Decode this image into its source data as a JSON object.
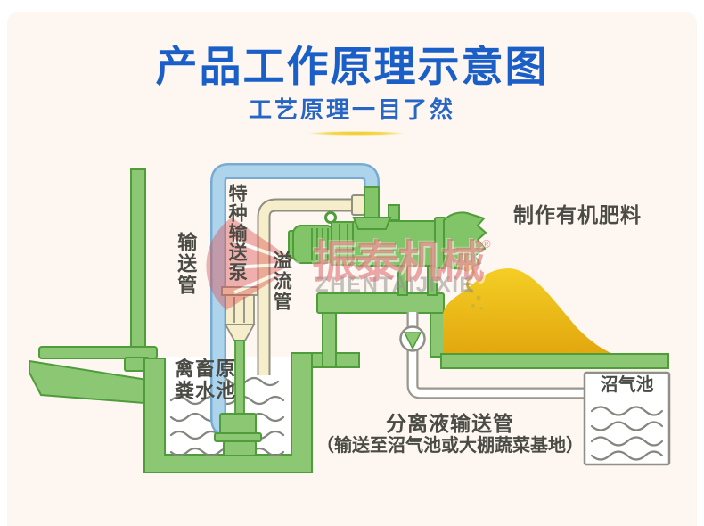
{
  "header": {
    "title": "产品工作原理示意图",
    "subtitle": "工艺原理一目了然",
    "title_color": "#1a5ec8",
    "underline_color": "#f0cd2d"
  },
  "watermark": {
    "cn": "振泰机械",
    "reg": "®",
    "en": "ZHENTAIJIXIE",
    "color": "#dd4f4f"
  },
  "diagram": {
    "labels": {
      "conveying_pipe": "输送管",
      "special_conveying_pump": "特种输送泵",
      "overflow_pipe": "溢流管",
      "make_organic_fertilizer": "制作有机肥料",
      "manure_pool_line1": "禽畜原",
      "manure_pool_line2": "粪水池",
      "biogas_pool": "沼气池",
      "separated_liquid_pipe": "分离液输送管",
      "separated_liquid_dest": "（输送至沼气池或大棚蔬菜基地）"
    },
    "colors": {
      "background": "#fdf6f1",
      "green_fill": "#8cc873",
      "green_stroke": "#4e9c3a",
      "blue_pipe_fill": "#aed4ec",
      "blue_pipe_stroke": "#78abd2",
      "cream_fill": "#f6eecb",
      "cream_stroke": "#8f8f82",
      "mound_top": "#f4ce25",
      "mound_bottom": "#e2a70e",
      "wave_color": "#85857f",
      "label_color": "#4b4b45",
      "drain_pipe_stroke": "#98988f"
    }
  }
}
